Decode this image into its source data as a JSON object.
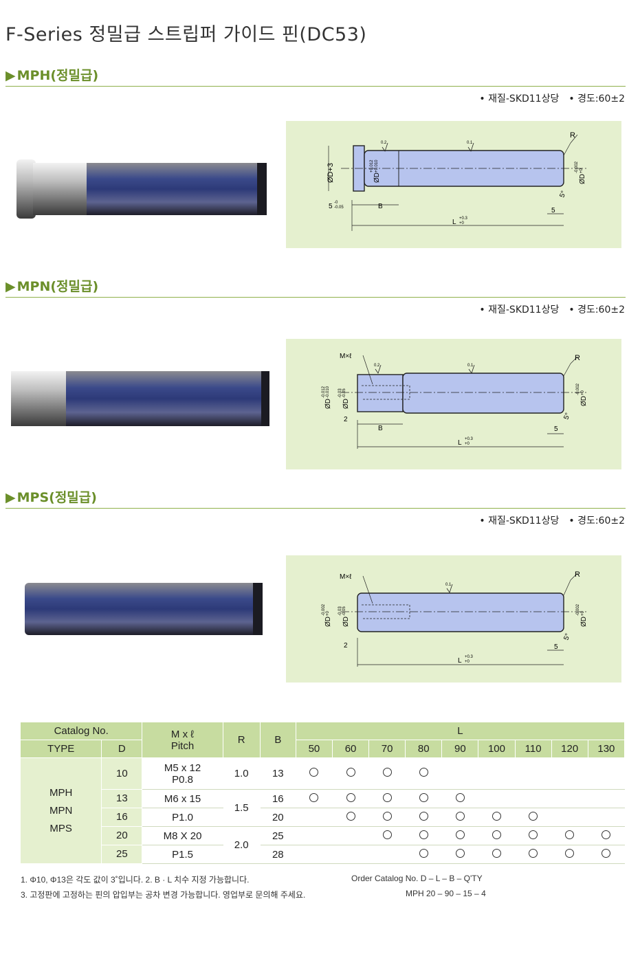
{
  "page_title": "F-Series 정밀급  스트립퍼 가이드 핀(DC53)",
  "sections": [
    {
      "title": "MPH(정밀급)",
      "material": "• 재질-SKD11상당",
      "hardness": "• 경도:60±2"
    },
    {
      "title": "MPN(정밀급)",
      "material": "• 재질-SKD11상당",
      "hardness": "• 경도:60±2"
    },
    {
      "title": "MPS(정밀급)",
      "material": "• 재질-SKD11상당",
      "hardness": "• 경도:60±2"
    }
  ],
  "drawing_labels": {
    "mph": {
      "d3": "ØD+3",
      "d_tol": "ØD",
      "d_tol_sup": "+0.012",
      "d_tol_sub": "+0.010",
      "r": "R",
      "d_right": "ØD",
      "d_right_sup": "-0.002",
      "d_right_sub": "+0",
      "a5": "5°",
      "s5": "5",
      "b": "B",
      "l": "L",
      "l_sup": "+0.3",
      "l_sub": "+0",
      "f02": "0.2",
      "f01": "0.1",
      "left5": "5",
      "left5_sup": "-0",
      "left5_sub": "-0.05"
    },
    "mpn": {
      "mxl": "M×ℓ",
      "d_tol": "ØD",
      "d_tol_sup": "-0.012",
      "d_tol_sub": "-0.010",
      "d2": "ØD",
      "d2_sup": "-0.03",
      "d2_sub": "-0.05",
      "r": "R",
      "d_right": "ØD",
      "d_right_sup": "-0.002",
      "d_right_sub": "+0",
      "a5": "5°",
      "s5": "5",
      "b": "B",
      "two": "2",
      "l": "L",
      "l_sup": "+0.3",
      "l_sub": "+0",
      "f02": "0.2",
      "f01": "0.1"
    },
    "mps": {
      "mxl": "M×ℓ",
      "d_tol": "ØD",
      "d_tol_sup": "-0.002",
      "d_tol_sub": "+0",
      "d2": "ØD",
      "d2_sup": "-0.03",
      "d2_sub": "-0.05",
      "r": "R",
      "d_right": "ØD",
      "d_right_sup": "-0.002",
      "d_right_sub": "+0",
      "a5": "5°",
      "s5": "5",
      "two": "2",
      "l": "L",
      "l_sup": "+0.3",
      "l_sub": "+0",
      "f01": "0.1"
    }
  },
  "table": {
    "headers": {
      "catalog": "Catalog No.",
      "type": "TYPE",
      "d": "D",
      "mxl": "M x ℓ",
      "pitch": "Pitch",
      "r": "R",
      "b": "B",
      "l": "L"
    },
    "l_values": [
      "50",
      "60",
      "70",
      "80",
      "90",
      "100",
      "110",
      "120",
      "130"
    ],
    "types": [
      "MPH",
      "MPN",
      "MPS"
    ],
    "rows": [
      {
        "d": "10",
        "m": "M5 x 12",
        "pitch": "P0.8",
        "r": "1.0",
        "b": "13",
        "avail": [
          1,
          1,
          1,
          1,
          0,
          0,
          0,
          0,
          0
        ]
      },
      {
        "d": "13",
        "m": "M6 x 15",
        "pitch": "",
        "r": "1.5",
        "b": "16",
        "avail": [
          1,
          1,
          1,
          1,
          1,
          0,
          0,
          0,
          0
        ]
      },
      {
        "d": "16",
        "m": "",
        "pitch": "P1.0",
        "r": "",
        "b": "20",
        "avail": [
          0,
          1,
          1,
          1,
          1,
          1,
          1,
          0,
          0
        ]
      },
      {
        "d": "20",
        "m": "M8 X 20",
        "pitch": "",
        "r": "2.0",
        "b": "25",
        "avail": [
          0,
          0,
          1,
          1,
          1,
          1,
          1,
          1,
          1
        ]
      },
      {
        "d": "25",
        "m": "",
        "pitch": "P1.5",
        "r": "",
        "b": "28",
        "avail": [
          0,
          0,
          0,
          1,
          1,
          1,
          1,
          1,
          1
        ]
      }
    ]
  },
  "notes": {
    "line1": "1. Φ10, Φ13은 각도 값이 3˚입니다.    2. B · L 치수 지정 가능합니다.",
    "line2": "3. 고정판에 고정하는 핀의 압입부는 공차 변경 가능합니다. 영업부로 문의해 주세요.",
    "order_label": "Order Catalog No.",
    "order_format": "D  –  L  –  B  –  Q'TY",
    "order_example": "MPH 20  –  90  –  15  –    4"
  },
  "colors": {
    "accent": "#6b8f2a",
    "header_fill": "#c7dca0",
    "light_fill": "#e5f0cf",
    "pin_blue": "#b7c4ee"
  }
}
